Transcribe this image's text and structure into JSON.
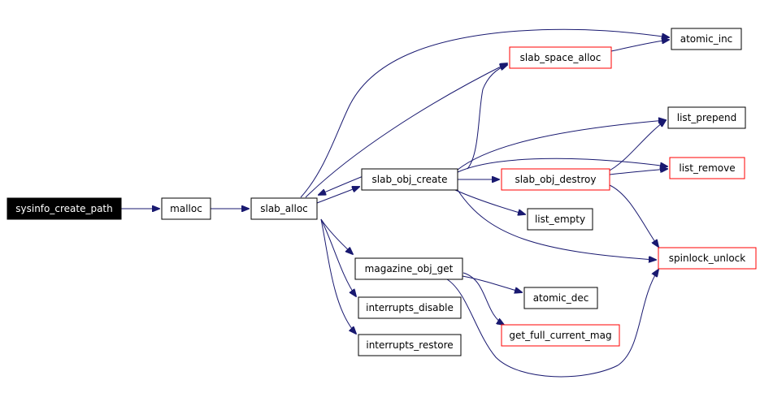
{
  "colors": {
    "edge": "#191970",
    "node_border": "#000000",
    "node_border_external": "#ff0000",
    "root_fill": "#000000",
    "root_text": "#ffffff",
    "node_fill": "#ffffff",
    "node_text": "#000000"
  },
  "nodes": [
    {
      "id": "sysinfo_create_path",
      "label": "sysinfo_create_path",
      "style": "root"
    },
    {
      "id": "malloc",
      "label": "malloc",
      "style": "normal"
    },
    {
      "id": "slab_alloc",
      "label": "slab_alloc",
      "style": "normal"
    },
    {
      "id": "slab_obj_create",
      "label": "slab_obj_create",
      "style": "normal"
    },
    {
      "id": "magazine_obj_get",
      "label": "magazine_obj_get",
      "style": "normal"
    },
    {
      "id": "interrupts_disable",
      "label": "interrupts_disable",
      "style": "normal"
    },
    {
      "id": "interrupts_restore",
      "label": "interrupts_restore",
      "style": "normal"
    },
    {
      "id": "slab_space_alloc",
      "label": "slab_space_alloc",
      "style": "external"
    },
    {
      "id": "slab_obj_destroy",
      "label": "slab_obj_destroy",
      "style": "external"
    },
    {
      "id": "list_empty",
      "label": "list_empty",
      "style": "normal"
    },
    {
      "id": "atomic_dec",
      "label": "atomic_dec",
      "style": "normal"
    },
    {
      "id": "get_full_current_mag",
      "label": "get_full_current_mag",
      "style": "external"
    },
    {
      "id": "atomic_inc",
      "label": "atomic_inc",
      "style": "normal"
    },
    {
      "id": "list_prepend",
      "label": "list_prepend",
      "style": "normal"
    },
    {
      "id": "list_remove",
      "label": "list_remove",
      "style": "external"
    },
    {
      "id": "spinlock_unlock",
      "label": "spinlock_unlock",
      "style": "external"
    }
  ],
  "edges": [
    {
      "from": "sysinfo_create_path",
      "to": "malloc"
    },
    {
      "from": "malloc",
      "to": "slab_alloc"
    },
    {
      "from": "slab_alloc",
      "to": "atomic_inc"
    },
    {
      "from": "slab_alloc",
      "to": "slab_space_alloc"
    },
    {
      "from": "slab_alloc",
      "to": "slab_obj_create"
    },
    {
      "from": "slab_alloc",
      "to": "magazine_obj_get"
    },
    {
      "from": "slab_alloc",
      "to": "interrupts_disable"
    },
    {
      "from": "slab_alloc",
      "to": "interrupts_restore"
    },
    {
      "from": "slab_obj_create",
      "to": "slab_alloc"
    },
    {
      "from": "slab_obj_create",
      "to": "slab_space_alloc"
    },
    {
      "from": "slab_obj_create",
      "to": "list_prepend"
    },
    {
      "from": "slab_obj_create",
      "to": "list_remove"
    },
    {
      "from": "slab_obj_create",
      "to": "slab_obj_destroy"
    },
    {
      "from": "slab_obj_create",
      "to": "list_empty"
    },
    {
      "from": "slab_obj_create",
      "to": "spinlock_unlock"
    },
    {
      "from": "slab_space_alloc",
      "to": "atomic_inc"
    },
    {
      "from": "slab_obj_destroy",
      "to": "list_prepend"
    },
    {
      "from": "slab_obj_destroy",
      "to": "list_remove"
    },
    {
      "from": "slab_obj_destroy",
      "to": "spinlock_unlock"
    },
    {
      "from": "magazine_obj_get",
      "to": "atomic_dec"
    },
    {
      "from": "magazine_obj_get",
      "to": "get_full_current_mag"
    },
    {
      "from": "magazine_obj_get",
      "to": "spinlock_unlock"
    }
  ]
}
